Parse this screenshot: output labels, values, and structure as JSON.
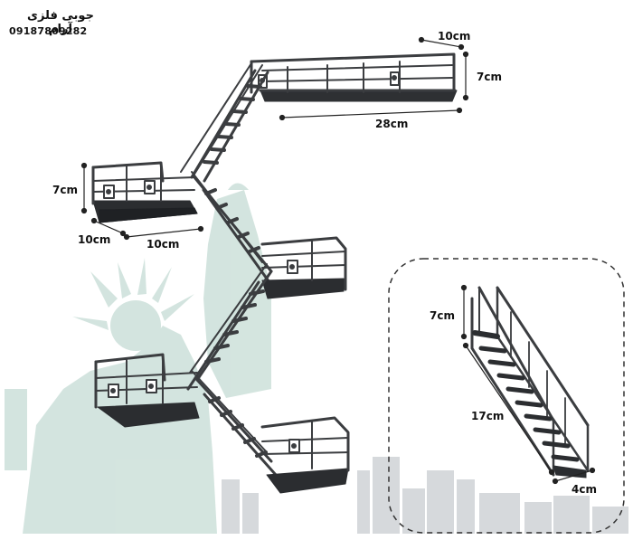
{
  "brand": {
    "name": "جوبی فلزی آرام",
    "phone": "09187809282"
  },
  "dimensions": {
    "top_depth": "10cm",
    "top_height": "7cm",
    "top_width": "28cm",
    "left_height": "7cm",
    "left_depth": "10cm",
    "left_width": "10cm",
    "inset_height": "7cm",
    "inset_length": "17cm",
    "inset_width": "4cm"
  },
  "colors": {
    "metal": "#3b3d40",
    "shelf": "#2b2d30",
    "shelf_top": "#4a4c50",
    "statue": "#c9ddd6",
    "skyline": "#d4d7da",
    "dim_line": "#222222",
    "inset_border": "#333333"
  }
}
